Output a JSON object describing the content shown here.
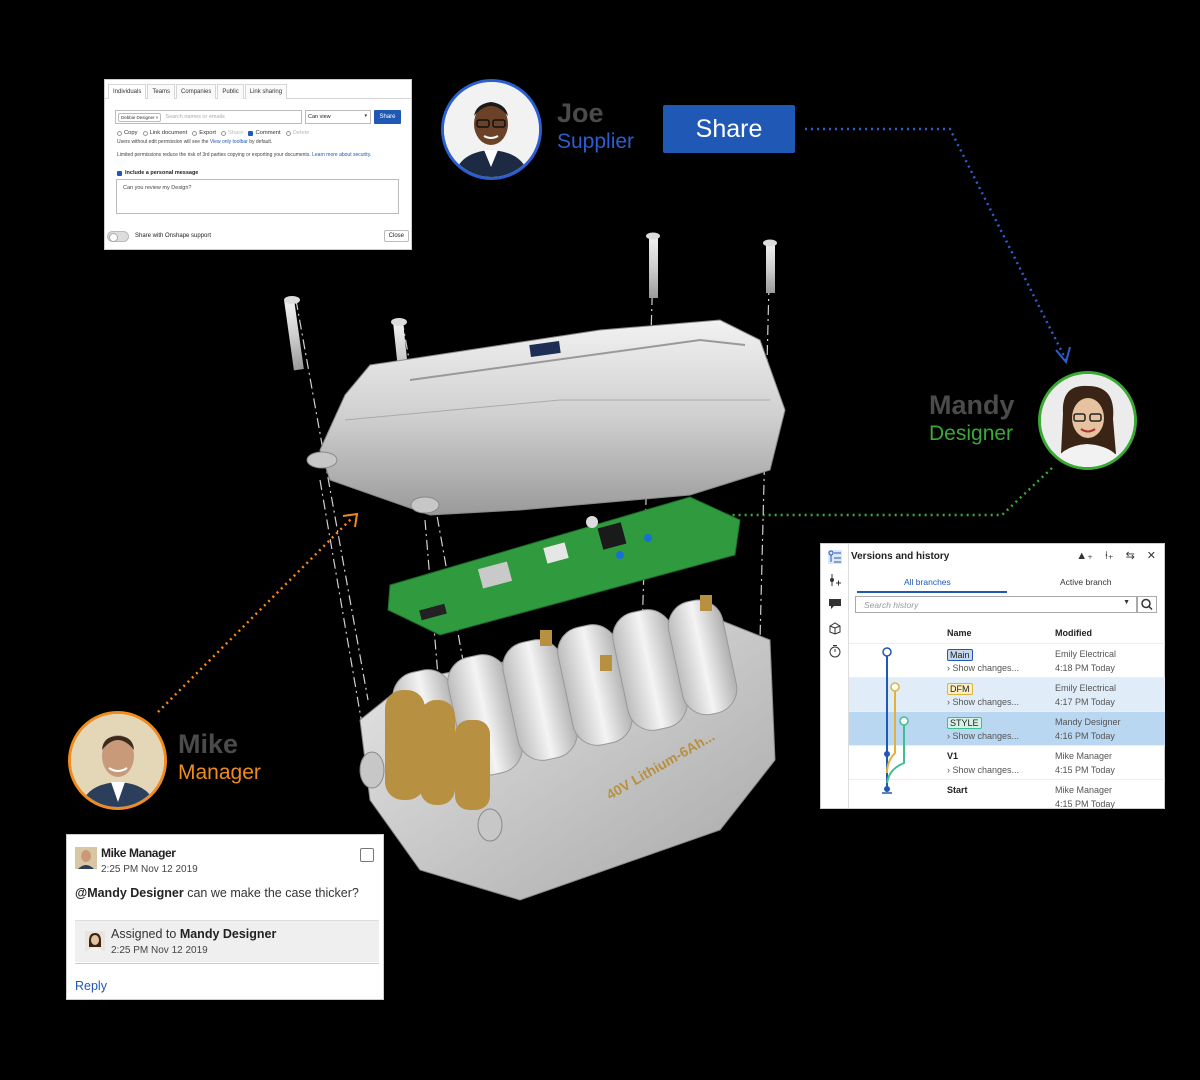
{
  "colors": {
    "accent_blue": "#1f58b5",
    "designer_green": "#3aaa35",
    "manager_orange": "#f08c1e",
    "dfm_yellow": "#e1b23b",
    "style_teal": "#3dbf92"
  },
  "share_dialog": {
    "tabs": [
      "Individuals",
      "Teams",
      "Companies",
      "Public",
      "Link sharing"
    ],
    "recipient_chip": "Debbie Designer",
    "search_placeholder": "Search names or emails",
    "permission_select": "Can view",
    "share_button": "Share",
    "permissions": [
      "Copy",
      "Link document",
      "Export",
      "Share",
      "Comment",
      "Delete"
    ],
    "note_prefix": "Users without edit permission will see the",
    "note_link": "View only toolbar",
    "note_suffix": "by default.",
    "security_note": "Limited permissions reduce the risk of 3rd parties copying or exporting your documents.",
    "security_link": "Learn more about security.",
    "message_checkbox_label": "Include a personal message",
    "message_text": "Can you review my Design?",
    "support_toggle_label": "Share with Onshape support",
    "close_button": "Close"
  },
  "people": {
    "joe": {
      "name": "Joe",
      "role": "Supplier"
    },
    "mandy": {
      "name": "Mandy",
      "role": "Designer"
    },
    "mike": {
      "name": "Mike",
      "role": "Manager"
    }
  },
  "share_button_big": "Share",
  "versions_panel": {
    "title": "Versions and history",
    "tabs": [
      "All branches",
      "Active branch"
    ],
    "search_placeholder": "Search history",
    "col_name": "Name",
    "col_modified": "Modified",
    "rows": [
      {
        "name": "Main",
        "show": "Show changes...",
        "who": "Emily Electrical",
        "when": "4:18 PM Today"
      },
      {
        "name": "DFM",
        "show": "Show changes...",
        "who": "Emily Electrical",
        "when": "4:17 PM Today"
      },
      {
        "name": "STYLE",
        "show": "Show changes...",
        "who": "Mandy Designer",
        "when": "4:16 PM Today"
      },
      {
        "name": "V1",
        "show": "Show changes...",
        "who": "Mike Manager",
        "when": "4:15 PM Today"
      },
      {
        "name": "Start",
        "show": "",
        "who": "Mike Manager",
        "when": "4:15 PM Today"
      }
    ]
  },
  "comment": {
    "author": "Mike Manager",
    "time": "2:25 PM Nov 12 2019",
    "mention": "@Mandy Designer",
    "text": "can we make the case thicker?",
    "assigned_prefix": "Assigned to",
    "assignee": "Mandy Designer",
    "assigned_time": "2:25 PM Nov 12 2019",
    "reply": "Reply"
  },
  "product_label": "40V Lithium-6Ah..."
}
